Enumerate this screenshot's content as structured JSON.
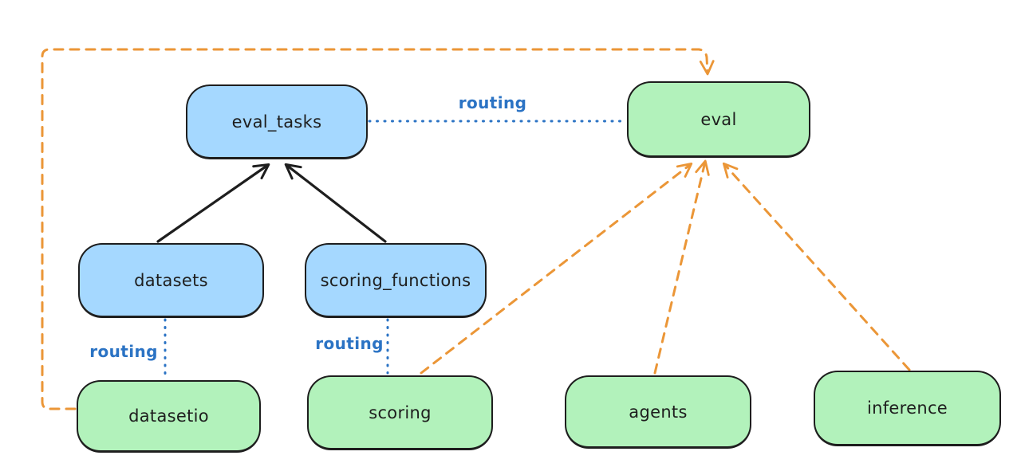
{
  "diagram": {
    "nodes": [
      {
        "id": "eval_tasks",
        "label": "eval_tasks",
        "fill": "#a5d8ff"
      },
      {
        "id": "eval",
        "label": "eval",
        "fill": "#b2f2bb"
      },
      {
        "id": "datasets",
        "label": "datasets",
        "fill": "#a5d8ff"
      },
      {
        "id": "scoring_functions",
        "label": "scoring_functions",
        "fill": "#a5d8ff"
      },
      {
        "id": "datasetio",
        "label": "datasetio",
        "fill": "#b2f2bb"
      },
      {
        "id": "scoring",
        "label": "scoring",
        "fill": "#b2f2bb"
      },
      {
        "id": "agents",
        "label": "agents",
        "fill": "#b2f2bb"
      },
      {
        "id": "inference",
        "label": "inference",
        "fill": "#b2f2bb"
      }
    ],
    "edges": [
      {
        "from": "datasets",
        "to": "eval_tasks",
        "style": "solid-black-arrow",
        "label": ""
      },
      {
        "from": "scoring_functions",
        "to": "eval_tasks",
        "style": "solid-black-arrow",
        "label": ""
      },
      {
        "from": "eval_tasks",
        "to": "eval",
        "style": "dotted-blue",
        "label": "routing"
      },
      {
        "from": "datasets",
        "to": "datasetio",
        "style": "dotted-blue",
        "label": "routing"
      },
      {
        "from": "scoring_functions",
        "to": "scoring",
        "style": "dotted-blue",
        "label": "routing"
      },
      {
        "from": "datasetio",
        "to": "eval",
        "style": "dashed-orange-arrow",
        "label": ""
      },
      {
        "from": "scoring",
        "to": "eval",
        "style": "dashed-orange-arrow",
        "label": ""
      },
      {
        "from": "agents",
        "to": "eval",
        "style": "dashed-orange-arrow",
        "label": ""
      },
      {
        "from": "inference",
        "to": "eval",
        "style": "dashed-orange-arrow",
        "label": ""
      }
    ],
    "colors": {
      "background": "#ffffff",
      "node_stroke": "#1e1e1e",
      "blue_fill": "#a5d8ff",
      "green_fill": "#b2f2bb",
      "routing_blue": "#2b73c4",
      "arrow_orange": "#eb9637",
      "arrow_black": "#1e1e1e"
    }
  }
}
